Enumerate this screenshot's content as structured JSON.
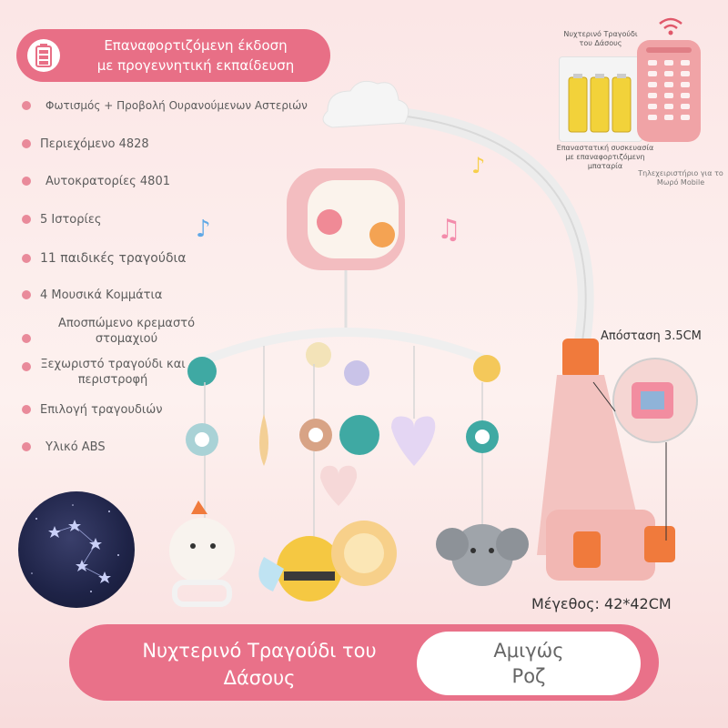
{
  "badge": {
    "line1": "Επαναφορτιζόμενη έκδοση",
    "line2": "με προγεννητική εκπαίδευση",
    "icon": "battery-icon"
  },
  "features": [
    "Φωτισμός + Προβολή Ουρανούμενων Αστεριών",
    "Περιεχόμενο 4828",
    "Αυτοκρατορίες 4801",
    "5 Ιστορίες",
    "11 παιδικές τραγούδια",
    "4 Μουσικά Κομμάτια",
    "Αποσπώμενο κρεμαστό στομαχιού",
    "Ξεχωριστό τραγούδι και περιστροφή",
    "Επιλογή τραγουδιών",
    "Υλικό ABS"
  ],
  "battery_pack": {
    "title": "Νυχτερινό Τραγούδι του Δάσους",
    "caption": "Επαναστατική συσκευασία με επαναφορτιζόμενη μπαταρία"
  },
  "remote": {
    "caption": "Τηλεχειριστήριο για το Μωρό Mobile"
  },
  "distance_label": "Απόσταση 3.5CM",
  "size_label": "Μέγεθος: 42*42CM",
  "bottom": {
    "product_name": "Νυχτερινό Τραγούδι του Δάσους",
    "color_name": "Αμιγώς Ροζ"
  },
  "colors": {
    "accent_pink": "#e97189",
    "toy_pink": "#f2b7bb",
    "teal": "#3fa9a3",
    "yellow": "#f5c842"
  }
}
